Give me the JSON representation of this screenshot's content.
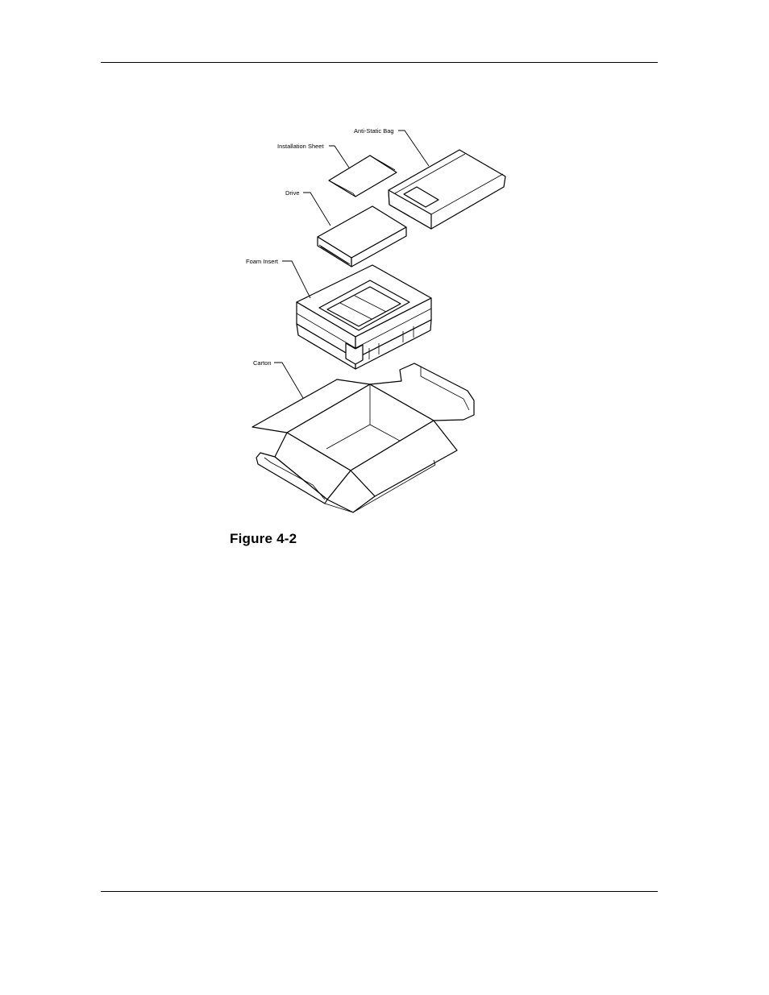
{
  "figure": {
    "callouts": {
      "anti_static_bag": "Anti-Static Bag",
      "installation_sheet": "Installation Sheet",
      "drive": "Drive",
      "foam_insert": "Foam Insert",
      "carton": "Carton"
    },
    "caption": "Figure 4-2"
  }
}
